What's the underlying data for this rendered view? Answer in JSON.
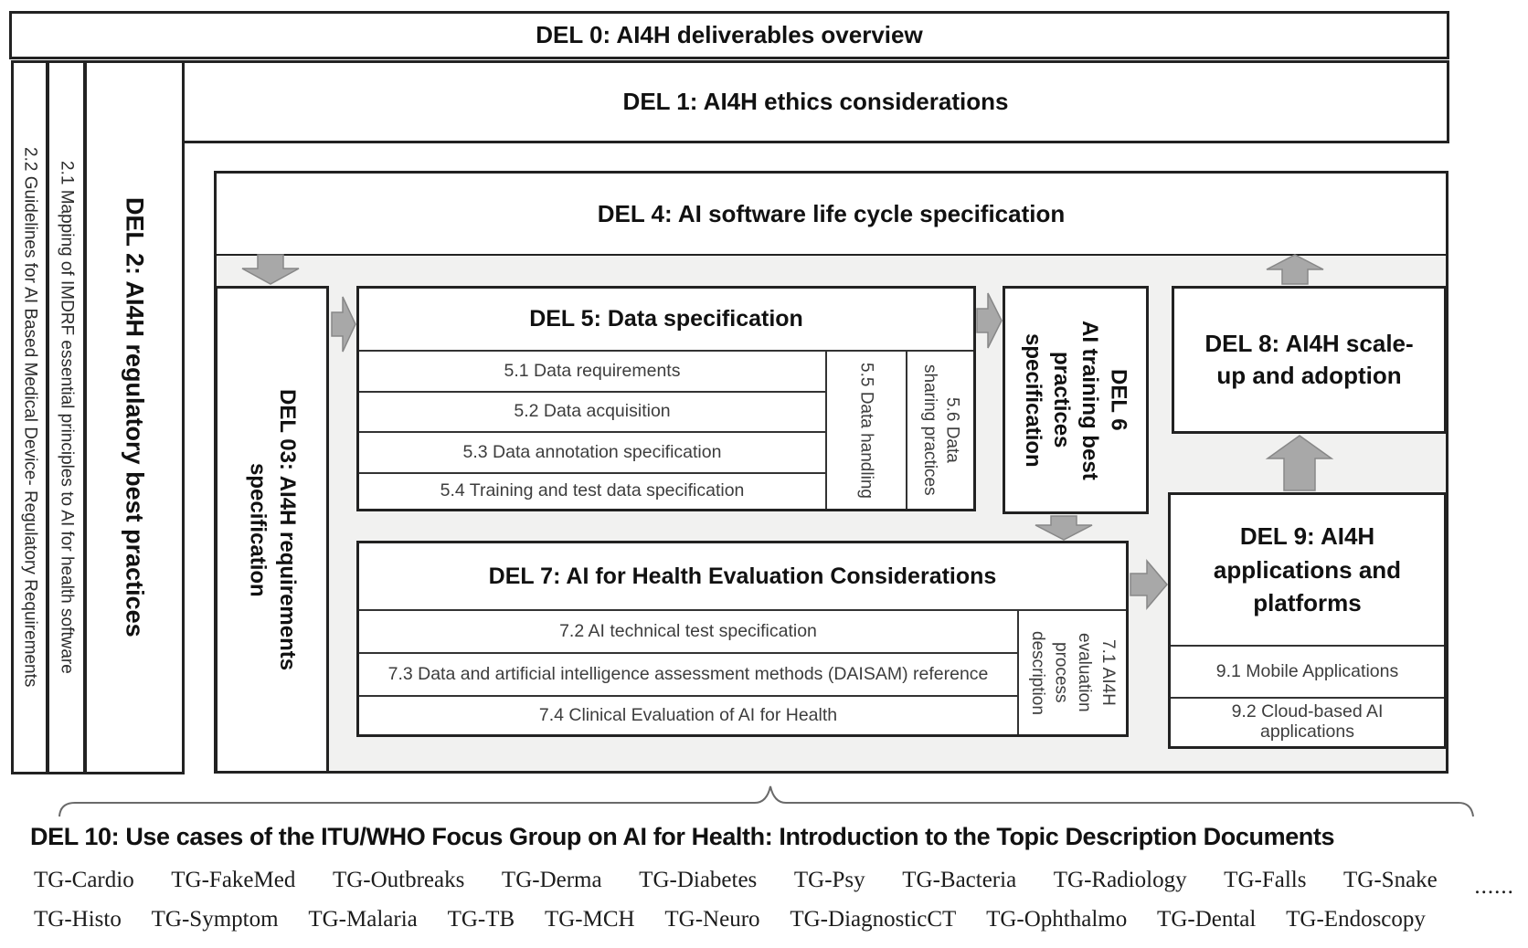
{
  "colors": {
    "border_dark": "#222222",
    "container_gray": "#f1f1f0",
    "arrow_fill": "#a8a8a8",
    "arrow_stroke": "#878787",
    "row_text": "#3d3d3d",
    "title_text": "#111111"
  },
  "del0": {
    "title": "DEL 0: AI4H deliverables overview"
  },
  "del1": {
    "title": "DEL 1: AI4H ethics considerations"
  },
  "left_columns": {
    "item_22": "2.2 Guidelines for AI Based Medical Device- Regulatory Requirements",
    "item_21": "2.1 Mapping of IMDRF essential principles to AI for health software",
    "del2": "DEL 2: AI4H regulatory best practices"
  },
  "del4": {
    "title": "DEL 4: AI software life cycle specification"
  },
  "del03": {
    "title": "DEL 03: AI4H requirements\nspecification"
  },
  "del5": {
    "title": "DEL 5: Data specification",
    "rows": [
      "5.1 Data requirements",
      "5.2 Data acquisition",
      "5.3 Data annotation specification",
      "5.4 Training and test data specification"
    ],
    "col_55": "5.5 Data handling",
    "col_56": "5.6 Data\nsharing practices"
  },
  "del6": {
    "title": "DEL 6\nAI training best\npractices\nspecification"
  },
  "del7": {
    "title": "DEL 7: AI for Health Evaluation Considerations",
    "rows": [
      "7.2 AI technical test specification",
      "7.3 Data and artificial intelligence assessment methods (DAISAM) reference",
      "7.4 Clinical Evaluation of AI for Health"
    ],
    "col_71": "7.1 AI4H\nevaluation\nprocess\ndescription"
  },
  "del8": {
    "title": "DEL 8: AI4H scale-\nup and adoption"
  },
  "del9": {
    "title": "DEL 9: AI4H\napplications and\nplatforms",
    "rows": [
      "9.1 Mobile Applications",
      "9.2 Cloud-based AI\napplications"
    ]
  },
  "del10": {
    "title": "DEL 10: Use cases of the ITU/WHO Focus Group on AI for Health: Introduction to the Topic Description Documents",
    "row1": [
      "TG-Cardio",
      "TG-FakeMed",
      "TG-Outbreaks",
      "TG-Derma",
      "TG-Diabetes",
      "TG-Psy",
      "TG-Bacteria",
      "TG-Radiology",
      "TG-Falls",
      "TG-Snake"
    ],
    "row1_more": "......",
    "row2": [
      "TG-Histo",
      "TG-Symptom",
      "TG-Malaria",
      "TG-TB",
      "TG-MCH",
      "TG-Neuro",
      "TG-DiagnosticCT",
      "TG-Ophthalmo",
      "TG-Dental",
      "TG-Endoscopy"
    ]
  }
}
